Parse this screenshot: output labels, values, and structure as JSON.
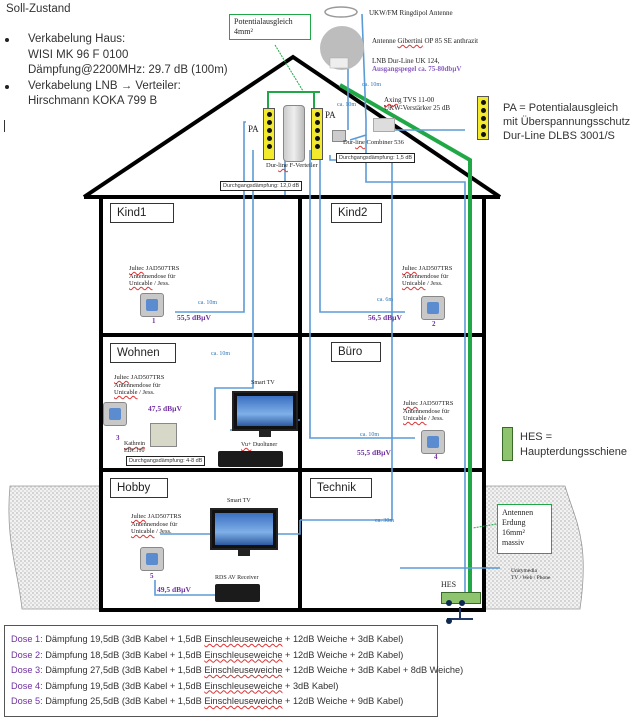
{
  "title": "Soll-Zustand",
  "bullets": [
    {
      "lines": [
        "Verkabelung Haus:",
        "WISI MK 96 F 0100",
        "Dämpfung@2200MHz: 29.7 dB (100m)"
      ]
    },
    {
      "lines": [
        "Verkabelung LNB → Verteiler:",
        "Hirschmann KOKA 799 B"
      ]
    }
  ],
  "potential_box": {
    "line1": "Potentialausgleich",
    "line2": "4mm²"
  },
  "antenna": {
    "ukw": "UKW/FM Ringdipol Antenne",
    "dish_prefix": "Antenne ",
    "dish_brand": "Gibertini",
    "dish_suffix": " OP 85 SE anthrazit",
    "lnb": "LNB Dur-Line UK 124,",
    "lnb_level": "Ausgangspegel ca. 75-80dbµV",
    "cable1": "ca. 10m",
    "cable2": "ca. 10m",
    "amp_brand": "Axing",
    "amp_model": " TVS 11-00",
    "amp_desc": "UKW-Verstärker 25 dB"
  },
  "distribution": {
    "pa_left": "PA",
    "pa_right": "PA",
    "verteiler_prefix": "Dur-",
    "verteiler_wavy": "line",
    "verteiler_suffix": " F-Verteiler",
    "verteiler_loss": "Durchgangsdämpfung: 12,0 dB",
    "combiner_prefix": "Dur-",
    "combiner_wavy": "line",
    "combiner_suffix": " Combiner 536",
    "combiner_loss": "Durchgangsdämpfung: 1,5 dB"
  },
  "legend_pa": {
    "line1": "PA = Potentialausgleich",
    "line2": "mit Überspannungsschutz",
    "line3": "Dur-Line DLBS 3001/S"
  },
  "legend_hes": {
    "line1": "HES =",
    "line2": "Haupterdungsschiene"
  },
  "outlet_text": {
    "brand": "Jultec",
    "model": " JAD507TRS",
    "line2": "Antennendose für",
    "line3a": "Unicable",
    "line3b": " / Jess."
  },
  "rooms": {
    "kind1": {
      "label": "Kind1",
      "cable": "ca. 10m",
      "level": "55,5 dBµV",
      "number": "1"
    },
    "kind2": {
      "label": "Kind2",
      "cable": "ca. 6m",
      "level": "56,5 dBµV",
      "number": "2"
    },
    "wohnen": {
      "label": "Wohnen",
      "cable": "ca. 10m",
      "level": "47,5 dBµV",
      "number": "3",
      "tv": "Smart TV",
      "tuner_brand": "Vu+",
      "tuner_desc": " Duoltuner",
      "switch_brand": "Kathrein",
      "switch_model": "EBC110",
      "switch_loss": "Durchgangsdämpfung: 4-8 dB"
    },
    "buero": {
      "label": "Büro",
      "cable": "ca. 10m",
      "level": "55,5 dBµV",
      "number": "4"
    },
    "hobby": {
      "label": "Hobby",
      "level": "49,5 dBµV",
      "number": "5",
      "tv": "Smart TV",
      "receiver": "RDS AV Receiver"
    },
    "technik": {
      "label": "Technik",
      "cable": "ca. 30m"
    }
  },
  "ground": {
    "box_l1": "Antennen",
    "box_l2": "Erdung",
    "box_l3": "16mm²",
    "box_l4": "massiv",
    "provider_l1": "Unitymedia",
    "provider_l2": "TV / Web / Phone",
    "hes": "HES"
  },
  "doses": [
    {
      "label": "Dose 1:",
      "pre": " Dämpfung 19,5dB (3dB Kabel + 1,5dB ",
      "wavy": "Einschleuseweiche",
      "post": " + 12dB Weiche + 3dB Kabel)"
    },
    {
      "label": "Dose 2:",
      "pre": " Dämpfung 18,5dB (3dB Kabel + 1,5dB ",
      "wavy": "Einschleuseweiche",
      "post": " + 12dB Weiche + 2dB Kabel)"
    },
    {
      "label": "Dose 3:",
      "pre": " Dämpfung 27,5dB (3dB Kabel + 1,5dB ",
      "wavy": "Einschleuseweiche",
      "post": " + 12dB Weiche + 3dB Kabel + 8dB Weiche)"
    },
    {
      "label": "Dose 4:",
      "pre": " Dämpfung 19,5dB (3dB Kabel + 1,5dB ",
      "wavy": "Einschleuseweiche",
      "post": " + 3dB Kabel)"
    },
    {
      "label": "Dose 5:",
      "pre": " Dämpfung 25,5dB (3dB Kabel + 1,5dB ",
      "wavy": "Einschleuseweiche",
      "post": " + 12dB Weiche + 9dB Kabel)"
    }
  ],
  "colors": {
    "roof": "#000000",
    "coax": "#5b9bd5",
    "ground_wire": "#1fa845",
    "pa_yellow": "#f2ea2b",
    "level_purple": "#7030a0"
  }
}
